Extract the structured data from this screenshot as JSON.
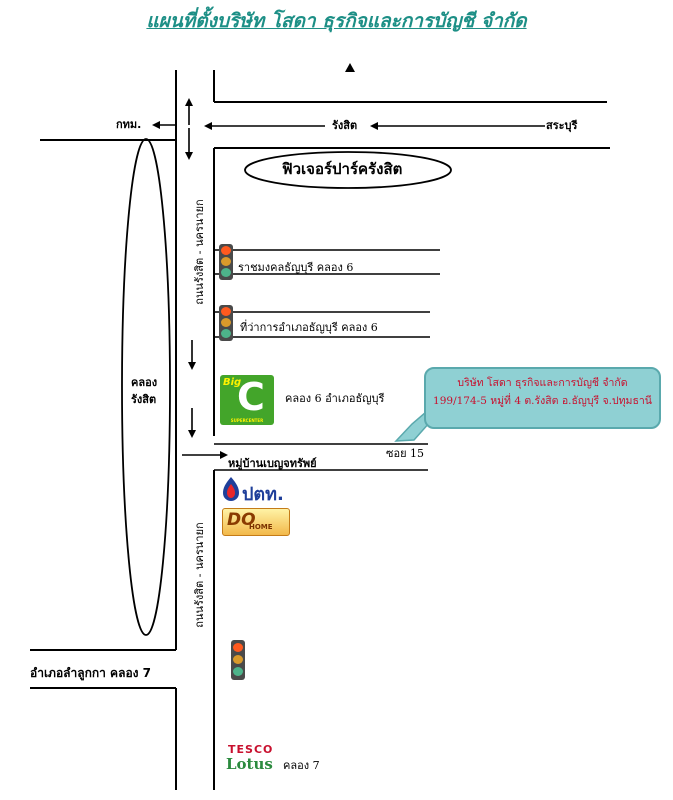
{
  "title": "แผนที่ตั้งบริษัท  โสดา ธุรกิจและการบัญชี จำกัด",
  "places": {
    "bangkok": "กทม.",
    "rangsit": "รังสิต",
    "saraburi": "สระบุรี",
    "future_park": "ฟิวเจอร์ปาร์ครังสิต",
    "rajamangala": "ราชมงคลธัญบุรี  คลอง 6",
    "district_office": "ที่ว่าการอำเภอธัญบุรี  คลอง 6",
    "bigc_label": "คลอง 6  อำเภอธัญบุรี",
    "village": "หมู่บ้านเบญจทรัพย์",
    "soi": "ซอย 15",
    "lamlukka": "อำเภอลำลูกกา  คลอง 7",
    "tesco_label": "คลอง 7",
    "canal_line1": "คลอง",
    "canal_line2": "รังสิต",
    "road_upper": "ถนนรังสิต - นครนายก",
    "road_lower": "ถนนรังสิต - นครนายก"
  },
  "company_callout": {
    "line1": "บริษัท โสดา ธุรกิจและการบัญชี จำกัด",
    "line2": "199/174-5 หมู่ที่ 4  ต.รังสิต อ.ธัญบุรี จ.ปทุมธานี"
  },
  "logos": {
    "bigc": {
      "big": "Big",
      "c": "C",
      "sub": "SUPERCENTER"
    },
    "ptt": "ปตท.",
    "dohome": {
      "do": "DO",
      "home": "HOME"
    },
    "tesco": {
      "top": "TESCO",
      "bottom": "Lotus"
    }
  },
  "colors": {
    "title": "#1d8f86",
    "callout_fill": "#8fd0d3",
    "callout_text": "#c8102e",
    "bigc": "#43a52a",
    "ptt": "#1f3f9a"
  },
  "icons": [
    "north-arrow-icon",
    "traffic-light-icon",
    "direction-arrow-icon"
  ]
}
